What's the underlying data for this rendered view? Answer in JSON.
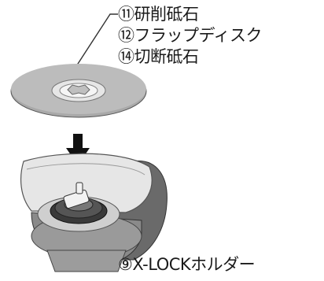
{
  "labels": {
    "grinding_wheel": "⑪研削砥石",
    "flap_disc": "⑫フラップディスク",
    "cutting_wheel": "⑭切断砥石",
    "xlock_holder": "⑨X-LOCKホルダー"
  }
}
